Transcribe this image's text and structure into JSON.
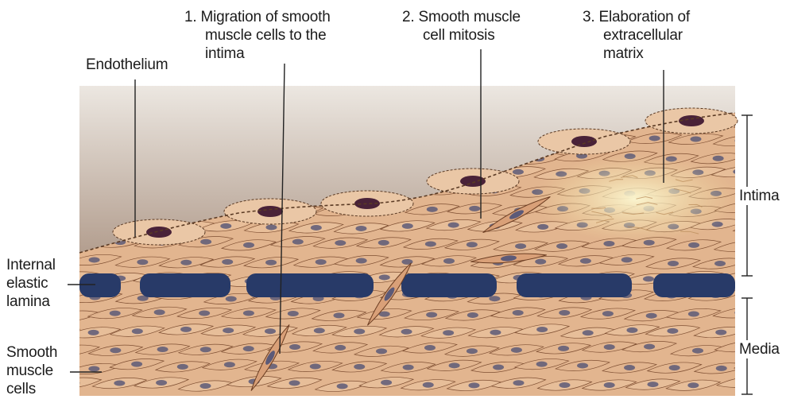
{
  "labels": {
    "endothelium": [
      "Endothelium"
    ],
    "step1": [
      "1.  Migration of smooth",
      "muscle cells to the",
      "intima"
    ],
    "step2": [
      "2.  Smooth muscle",
      "cell mitosis"
    ],
    "step3": [
      "3.  Elaboration of",
      "extracellular",
      "matrix"
    ],
    "internal_elastic_lamina": [
      "Internal",
      "elastic",
      "lamina"
    ],
    "smooth_muscle_cells": [
      "Smooth",
      "muscle",
      "cells"
    ],
    "intima": [
      "Intima"
    ],
    "media": [
      "Media"
    ]
  },
  "colors": {
    "tissue": "#e2b58f",
    "tissue_dark": "#c98f63",
    "cell_outline": "#7a4a2e",
    "nucleus": "#5c5a78",
    "elastic_lamina": "#283a68",
    "endothelial_nucleus": "#4a2238",
    "lumen": "#b9a89a",
    "matrix": "#f3e6a6"
  }
}
